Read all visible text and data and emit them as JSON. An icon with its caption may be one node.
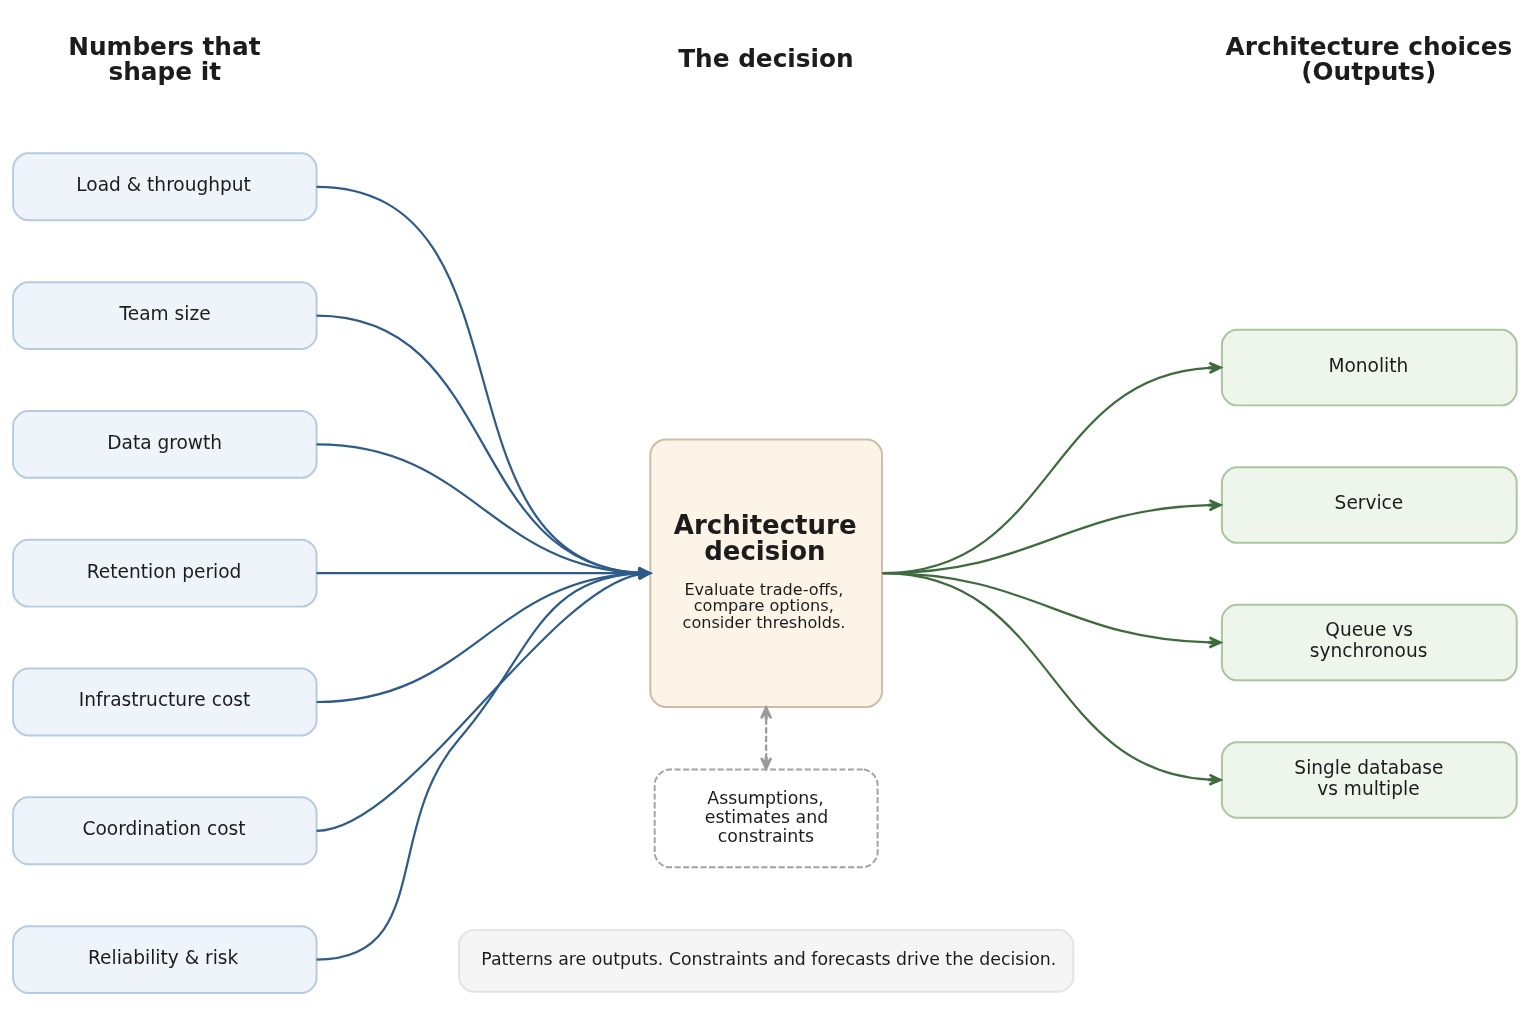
{
  "diagram": {
    "nodes": [
      {
        "text": [
          "Load & throughput"
        ]
      },
      {
        "text": [
          "Team size"
        ]
      },
      {
        "text": [
          "Data growth"
        ]
      },
      {
        "text": [
          "Retention period"
        ]
      },
      {
        "text": [
          "Infrastructure cost"
        ]
      },
      {
        "text": [
          "Coordination cost"
        ]
      },
      {
        "text": [
          "Reliability & risk"
        ]
      },
      {
        "text": [
          "Architecture decision",
          "Evaluate trade-offs, compare options, consider thresholds."
        ]
      },
      {
        "text": [
          "Monolith"
        ]
      },
      {
        "text": [
          "Service"
        ]
      },
      {
        "text": [
          "Queue vs synchronous"
        ]
      },
      {
        "text": [
          "Single database vs multiple"
        ]
      },
      {
        "text": [
          "Assumptions, estimates and constraints"
        ]
      },
      {
        "text": [
          "Patterns are outputs. Constraints and forecasts drive the decision."
        ]
      }
    ],
    "edges": [
      {
        "from": 0,
        "to": 7,
        "arrow": "to"
      },
      {
        "from": 1,
        "to": 7,
        "arrow": "to"
      },
      {
        "from": 2,
        "to": 7,
        "arrow": "to"
      },
      {
        "from": 3,
        "to": 7,
        "arrow": "to"
      },
      {
        "from": 4,
        "to": 7,
        "arrow": "to"
      },
      {
        "from": 5,
        "to": 7,
        "arrow": "to"
      },
      {
        "from": 6,
        "to": 7,
        "arrow": "to"
      },
      {
        "from": 7,
        "to": 8,
        "arrow": "to",
        "color": "#3e6b3e"
      },
      {
        "from": 7,
        "to": 9,
        "arrow": "to",
        "color": "#3e6b3e"
      },
      {
        "from": 7,
        "to": 10,
        "arrow": "to",
        "color": "#3e6b3e"
      },
      {
        "from": 7,
        "to": 11,
        "arrow": "to",
        "color": "#3e6b3e"
      },
      {
        "from": 7,
        "to": 12,
        "arrow": "both",
        "style": "dashed",
        "color": "#9a9a9a"
      }
    ],
    "labels": [
      "Numbers that shape it",
      "The decision",
      "Architecture choices (Outputs)"
    ]
  }
}
